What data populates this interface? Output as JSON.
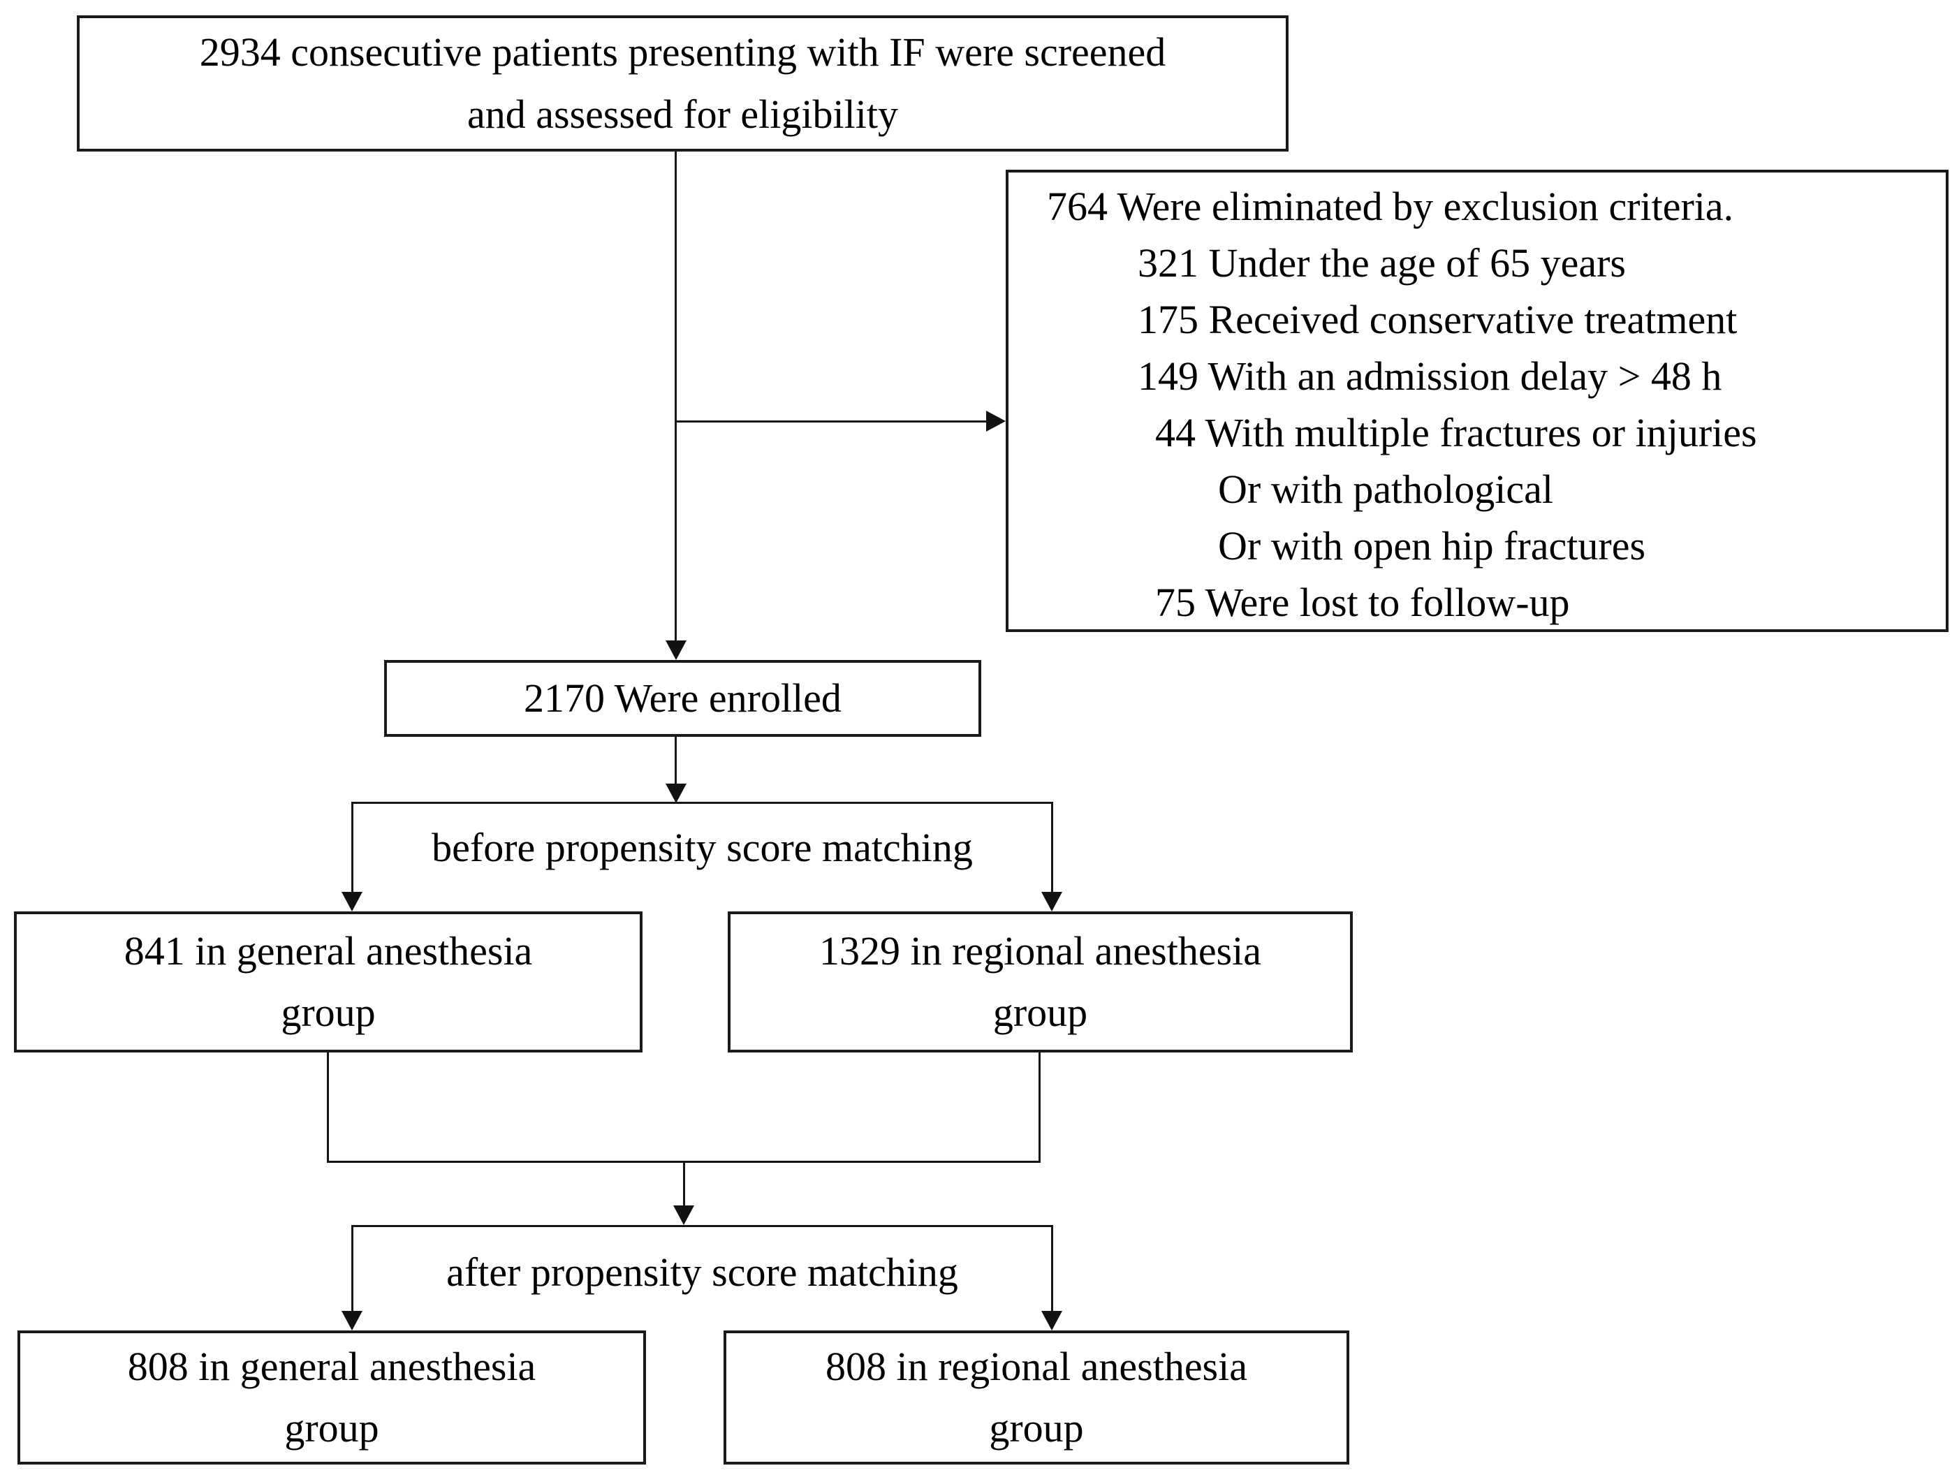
{
  "figure": {
    "boxes": {
      "screened": {
        "lines": [
          "2934 consecutive patients presenting with IF were screened",
          "and assessed for eligibility"
        ]
      },
      "excluded": {
        "lines": [
          "764 Were eliminated by exclusion criteria.",
          "321 Under the age of 65 years",
          "175 Received conservative treatment",
          "149 With an admission delay > 48 h",
          "44 With multiple fractures or injuries",
          "Or with pathological",
          "Or with open hip fractures",
          "75 Were lost to follow-up"
        ]
      },
      "enrolled": {
        "label": "2170 Were enrolled"
      },
      "before_general": {
        "lines": [
          "841 in general anesthesia",
          "group"
        ]
      },
      "before_regional": {
        "lines": [
          "1329 in regional anesthesia",
          "group"
        ]
      },
      "after_general": {
        "lines": [
          "808 in general anesthesia",
          "group"
        ]
      },
      "after_regional": {
        "lines": [
          "808 in regional anesthesia",
          "group"
        ]
      }
    },
    "labels": {
      "before_matching": "before propensity score matching",
      "after_matching": "after propensity score matching"
    },
    "colors": {
      "ink": "#111111",
      "border": "#1a1a1a",
      "background": "#ffffff"
    }
  }
}
